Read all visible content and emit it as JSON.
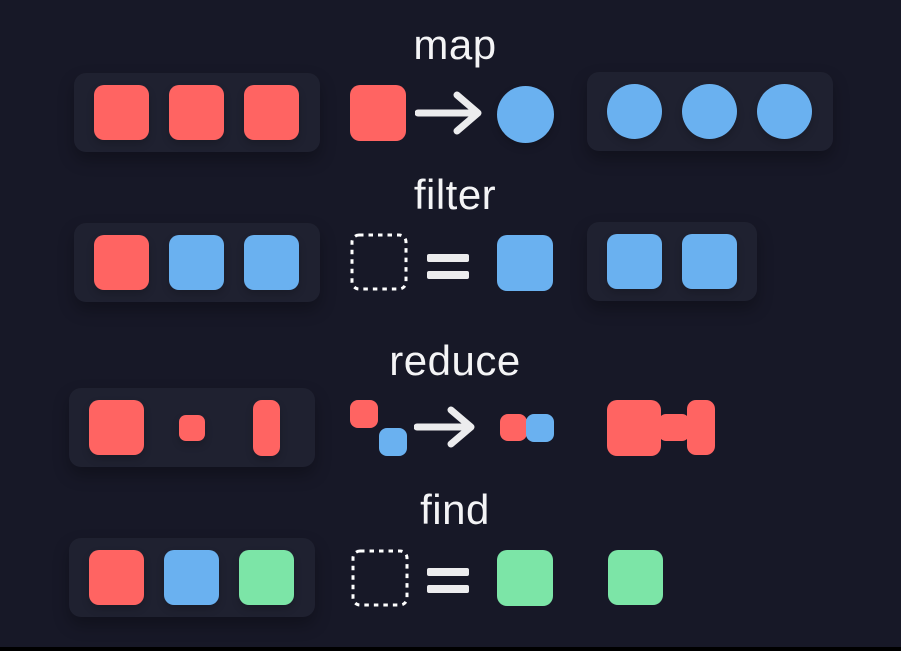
{
  "page": {
    "background": "#171827",
    "panel_background": "#1f2130",
    "bottom_edge_color": "#000000",
    "text_color": "#f4f4f6",
    "stroke_color": "#ececee"
  },
  "colors": {
    "red": "#ff6462",
    "blue": "#6ab1f0",
    "green": "#7ce5a7"
  },
  "rows": [
    {
      "label": "map",
      "input_items": [
        "red-square",
        "red-square",
        "red-square"
      ],
      "operation": "red-square -> blue-circle",
      "output_items": [
        "blue-circle",
        "blue-circle",
        "blue-circle"
      ]
    },
    {
      "label": "filter",
      "input_items": [
        "red-square",
        "blue-square",
        "blue-square"
      ],
      "operation": "empty-dashed-slot = blue-square",
      "output_items": [
        "blue-square",
        "blue-square"
      ]
    },
    {
      "label": "reduce",
      "input_items": [
        "red-square-large",
        "red-square-small",
        "red-rect-tall"
      ],
      "operation": "red-square + blue-square -> red-blue-merged-pair",
      "output_items": [
        "red-merged-dumbbell-shape"
      ]
    },
    {
      "label": "find",
      "input_items": [
        "red-square",
        "blue-square",
        "green-square"
      ],
      "operation": "empty-dashed-slot = green-square",
      "output_items": [
        "green-square"
      ]
    }
  ]
}
